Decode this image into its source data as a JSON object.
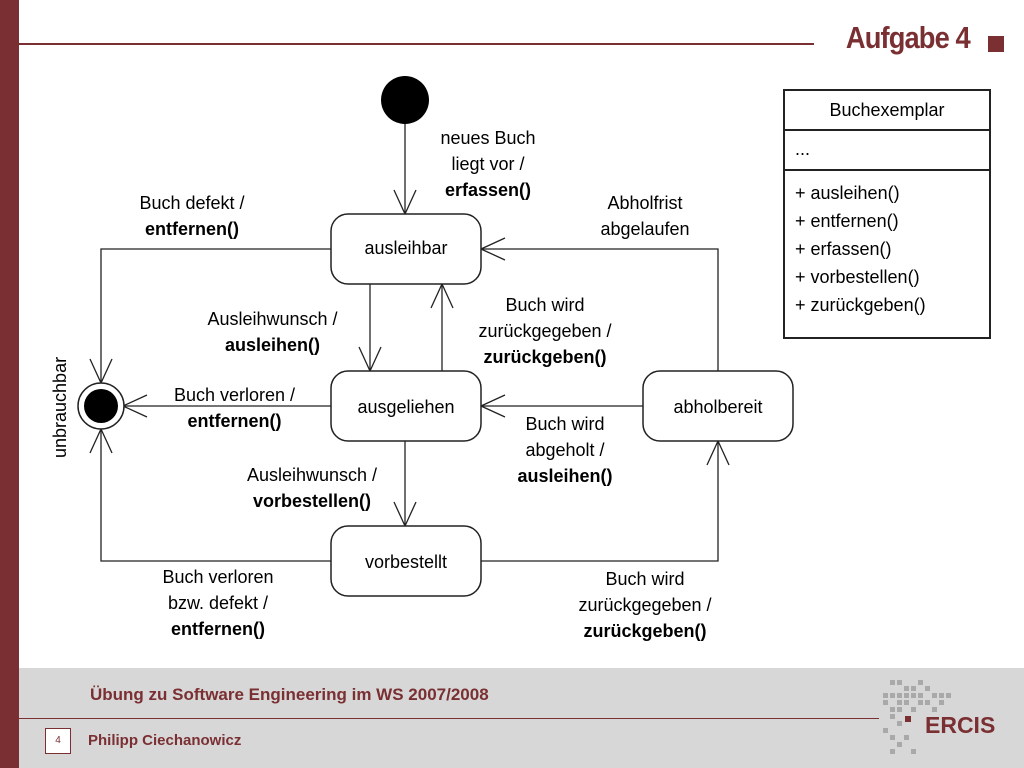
{
  "slide": {
    "title": "Aufgabe 4",
    "page_number": "4",
    "course": "Übung zu Software Engineering im WS 2007/2008",
    "author": "Philipp Ciechanowicz",
    "logo_text": "ERCIS",
    "accent_color": "#7a2f32"
  },
  "states": {
    "ausleihbar": "ausleihbar",
    "ausgeliehen": "ausgeliehen",
    "abholbereit": "abholbereit",
    "vorbestellt": "vorbestellt",
    "final": "unbrauchbar"
  },
  "transitions": {
    "t_init": {
      "line1": "neues Buch",
      "line2": "liegt vor /",
      "action": "erfassen()"
    },
    "t_defekt": {
      "line1": "Buch defekt /",
      "action": "entfernen()"
    },
    "t_abholfrist": {
      "line1": "Abholfrist",
      "line2": "abgelaufen"
    },
    "t_ausleihwunsch1": {
      "line1": "Ausleihwunsch /",
      "action": "ausleihen()"
    },
    "t_zurueck1": {
      "line1": "Buch wird",
      "line2": "zurückgegeben /",
      "action": "zurückgeben()"
    },
    "t_verloren": {
      "line1": "Buch verloren /",
      "action": "entfernen()"
    },
    "t_abgeholt": {
      "line1": "Buch wird",
      "line2": "abgeholt /",
      "action": "ausleihen()"
    },
    "t_ausleihwunsch2": {
      "line1": "Ausleihwunsch /",
      "action": "vorbestellen()"
    },
    "t_verloren_defekt": {
      "line1": "Buch verloren",
      "line2": "bzw. defekt /",
      "action": "entfernen()"
    },
    "t_zurueck2": {
      "line1": "Buch wird",
      "line2": "zurückgegeben /",
      "action": "zurückgeben()"
    }
  },
  "class_box": {
    "name": "Buchexemplar",
    "attributes": "...",
    "operations": [
      "+ ausleihen()",
      "+ entfernen()",
      "+ erfassen()",
      "+ vorbestellen()",
      "+ zurückgeben()"
    ]
  }
}
